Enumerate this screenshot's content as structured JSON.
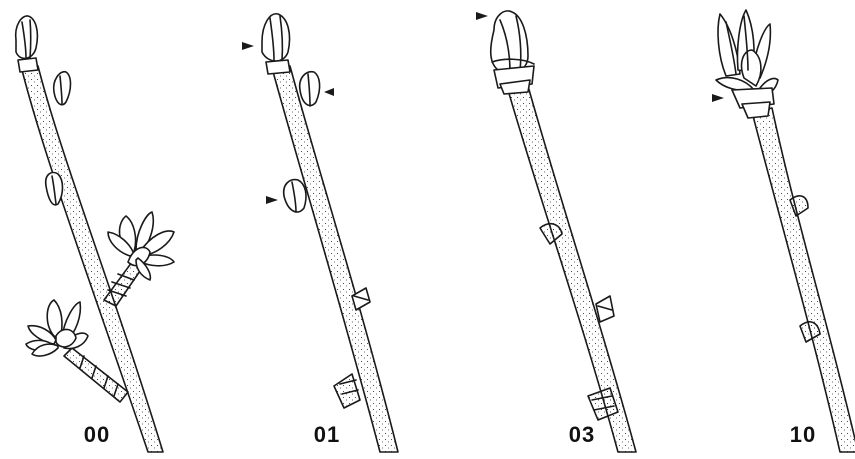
{
  "stages": [
    {
      "id": "stage-00",
      "label": "00"
    },
    {
      "id": "stage-01",
      "label": "01"
    },
    {
      "id": "stage-03",
      "label": "03"
    },
    {
      "id": "stage-10",
      "label": "10"
    }
  ],
  "colors": {
    "ink": "#1a1a1a",
    "background": "#ffffff"
  },
  "icons": {
    "marker": "triangle-pointer-icon"
  }
}
